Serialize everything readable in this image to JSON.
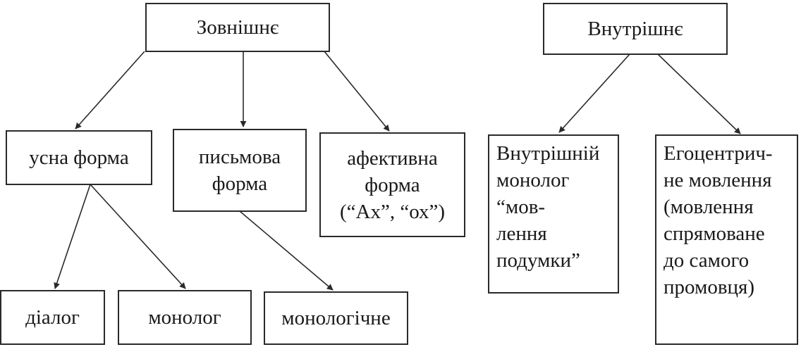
{
  "external": {
    "label": "Зовнішнє"
  },
  "internal": {
    "label": "Внутрішнє"
  },
  "oral_form": {
    "label": "усна форма"
  },
  "written_form": {
    "lines": [
      "письмова",
      "форма"
    ]
  },
  "affective_form": {
    "lines": [
      "афективна",
      "форма",
      "(“Ах”, “ох”)"
    ]
  },
  "inner_monologue": {
    "lines": [
      "Внутрішній",
      "монолог",
      "“мов-",
      "лення",
      "подумки”"
    ]
  },
  "egocentric_speech": {
    "lines": [
      "Егоцентрич-",
      "не мовлення",
      "(мовлення",
      "спрямоване",
      "до самого",
      "промовця)"
    ]
  },
  "dialogue": {
    "label": "діалог"
  },
  "monologue": {
    "label": "монолог"
  },
  "monologic": {
    "label": "монологічне"
  }
}
